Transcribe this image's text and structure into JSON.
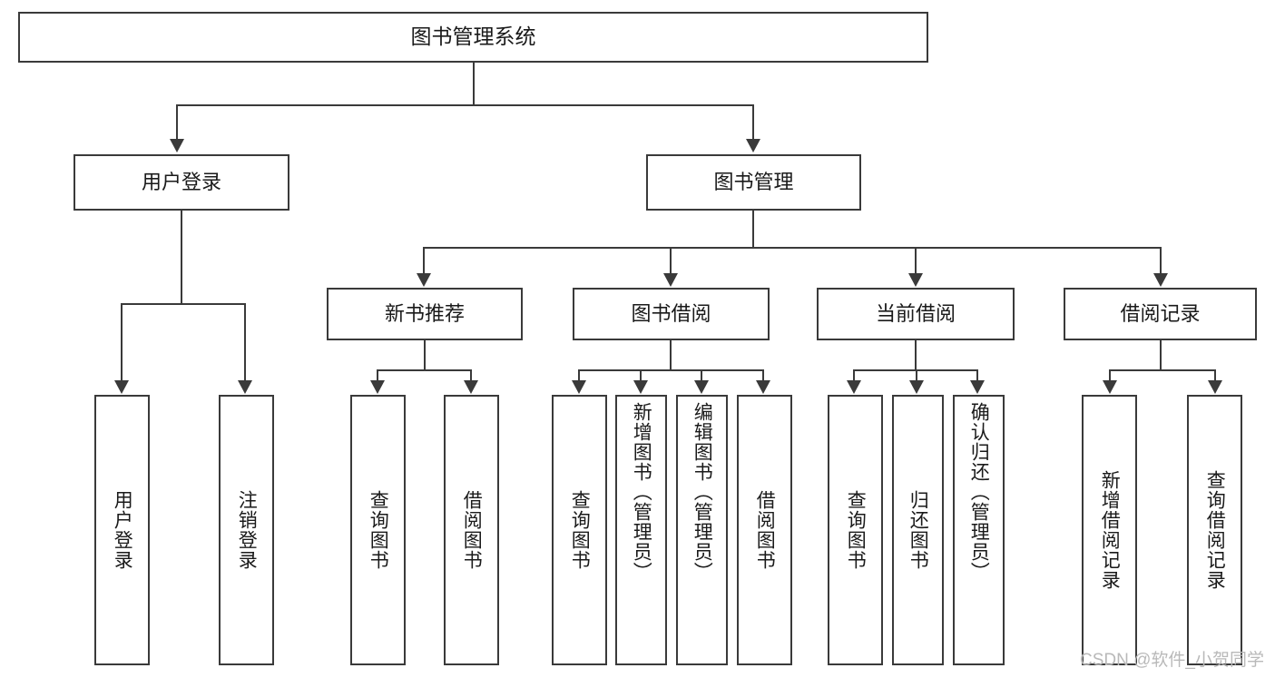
{
  "diagram": {
    "title": "图书管理系统",
    "type": "hierarchy-tree",
    "root": {
      "id": "root",
      "label": "图书管理系统"
    },
    "level2": [
      {
        "id": "user-login",
        "label": "用户登录"
      },
      {
        "id": "book-management",
        "label": "图书管理"
      }
    ],
    "level3": [
      {
        "id": "new-book-recommend",
        "label": "新书推荐"
      },
      {
        "id": "book-borrow",
        "label": "图书借阅"
      },
      {
        "id": "current-borrow",
        "label": "当前借阅"
      },
      {
        "id": "borrow-record",
        "label": "借阅记录"
      }
    ],
    "leaves": {
      "user_login": [
        {
          "id": "leaf-user-login",
          "label": "用户登录"
        },
        {
          "id": "leaf-logout-login",
          "label": "注销登录"
        }
      ],
      "new_book_recommend": [
        {
          "id": "leaf-query-book-1",
          "label": "查询图书"
        },
        {
          "id": "leaf-borrow-book-1",
          "label": "借阅图书"
        }
      ],
      "book_borrow": [
        {
          "id": "leaf-query-book-2",
          "label": "查询图书"
        },
        {
          "id": "leaf-add-book",
          "label": "新增图书（管理员）"
        },
        {
          "id": "leaf-edit-book",
          "label": "编辑图书（管理员）"
        },
        {
          "id": "leaf-borrow-book-2",
          "label": "借阅图书"
        }
      ],
      "current_borrow": [
        {
          "id": "leaf-query-book-3",
          "label": "查询图书"
        },
        {
          "id": "leaf-return-book",
          "label": "归还图书"
        },
        {
          "id": "leaf-confirm-return",
          "label": "确认归还（管理员）"
        }
      ],
      "borrow_record": [
        {
          "id": "leaf-add-record",
          "label": "新增借阅记录"
        },
        {
          "id": "leaf-query-record",
          "label": "查询借阅记录"
        }
      ]
    }
  },
  "watermark": {
    "text": "CSDN @软件_小贺同学"
  },
  "colors": {
    "stroke": "#3a3a3a",
    "text": "#1a1a1a",
    "background": "#ffffff",
    "watermark": "#b9b9b9"
  }
}
